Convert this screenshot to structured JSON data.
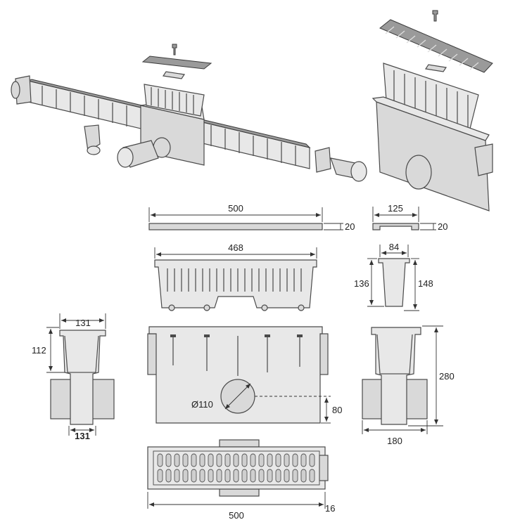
{
  "dimensions": {
    "grate_length": "500",
    "grate_thickness": "20",
    "grate_width": "125",
    "grate_width_thickness": "20",
    "basket_length": "468",
    "basket_top_width": "84",
    "basket_height_left": "136",
    "basket_height_right": "148",
    "side_top_width": "131",
    "side_height": "112",
    "side_bottom_width": "131",
    "outlet_diameter": "Ø110",
    "outlet_height": "80",
    "end_height": "280",
    "end_width": "180",
    "plan_length": "500",
    "plan_end": "16"
  },
  "colors": {
    "body": "#d9d9d9",
    "grate": "#9a9a9a",
    "outline": "#4a4a4a"
  }
}
